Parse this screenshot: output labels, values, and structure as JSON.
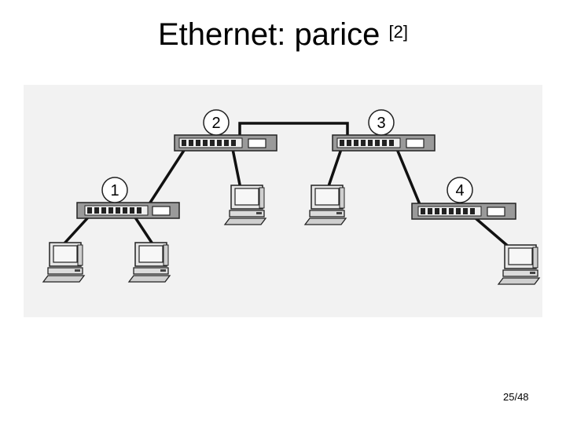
{
  "slide": {
    "title": "Ethernet: parice",
    "title_ref": "[2]",
    "page_number": "25/48"
  },
  "diagram": {
    "switches": [
      {
        "id": "1",
        "label": "1"
      },
      {
        "id": "2",
        "label": "2"
      },
      {
        "id": "3",
        "label": "3"
      },
      {
        "id": "4",
        "label": "4"
      }
    ],
    "computers": [
      "pc-1a",
      "pc-1b",
      "pc-2",
      "pc-3",
      "pc-4"
    ],
    "links": [
      [
        "2",
        "3"
      ],
      [
        "1",
        "2"
      ],
      [
        "2",
        "pc-2"
      ],
      [
        "3",
        "pc-3"
      ],
      [
        "3",
        "4"
      ],
      [
        "1",
        "pc-1a"
      ],
      [
        "1",
        "pc-1b"
      ],
      [
        "4",
        "pc-4"
      ]
    ],
    "colors": {
      "background": "#f2f2f2",
      "switch_body": "#9a9a9a",
      "line": "#111111"
    }
  }
}
